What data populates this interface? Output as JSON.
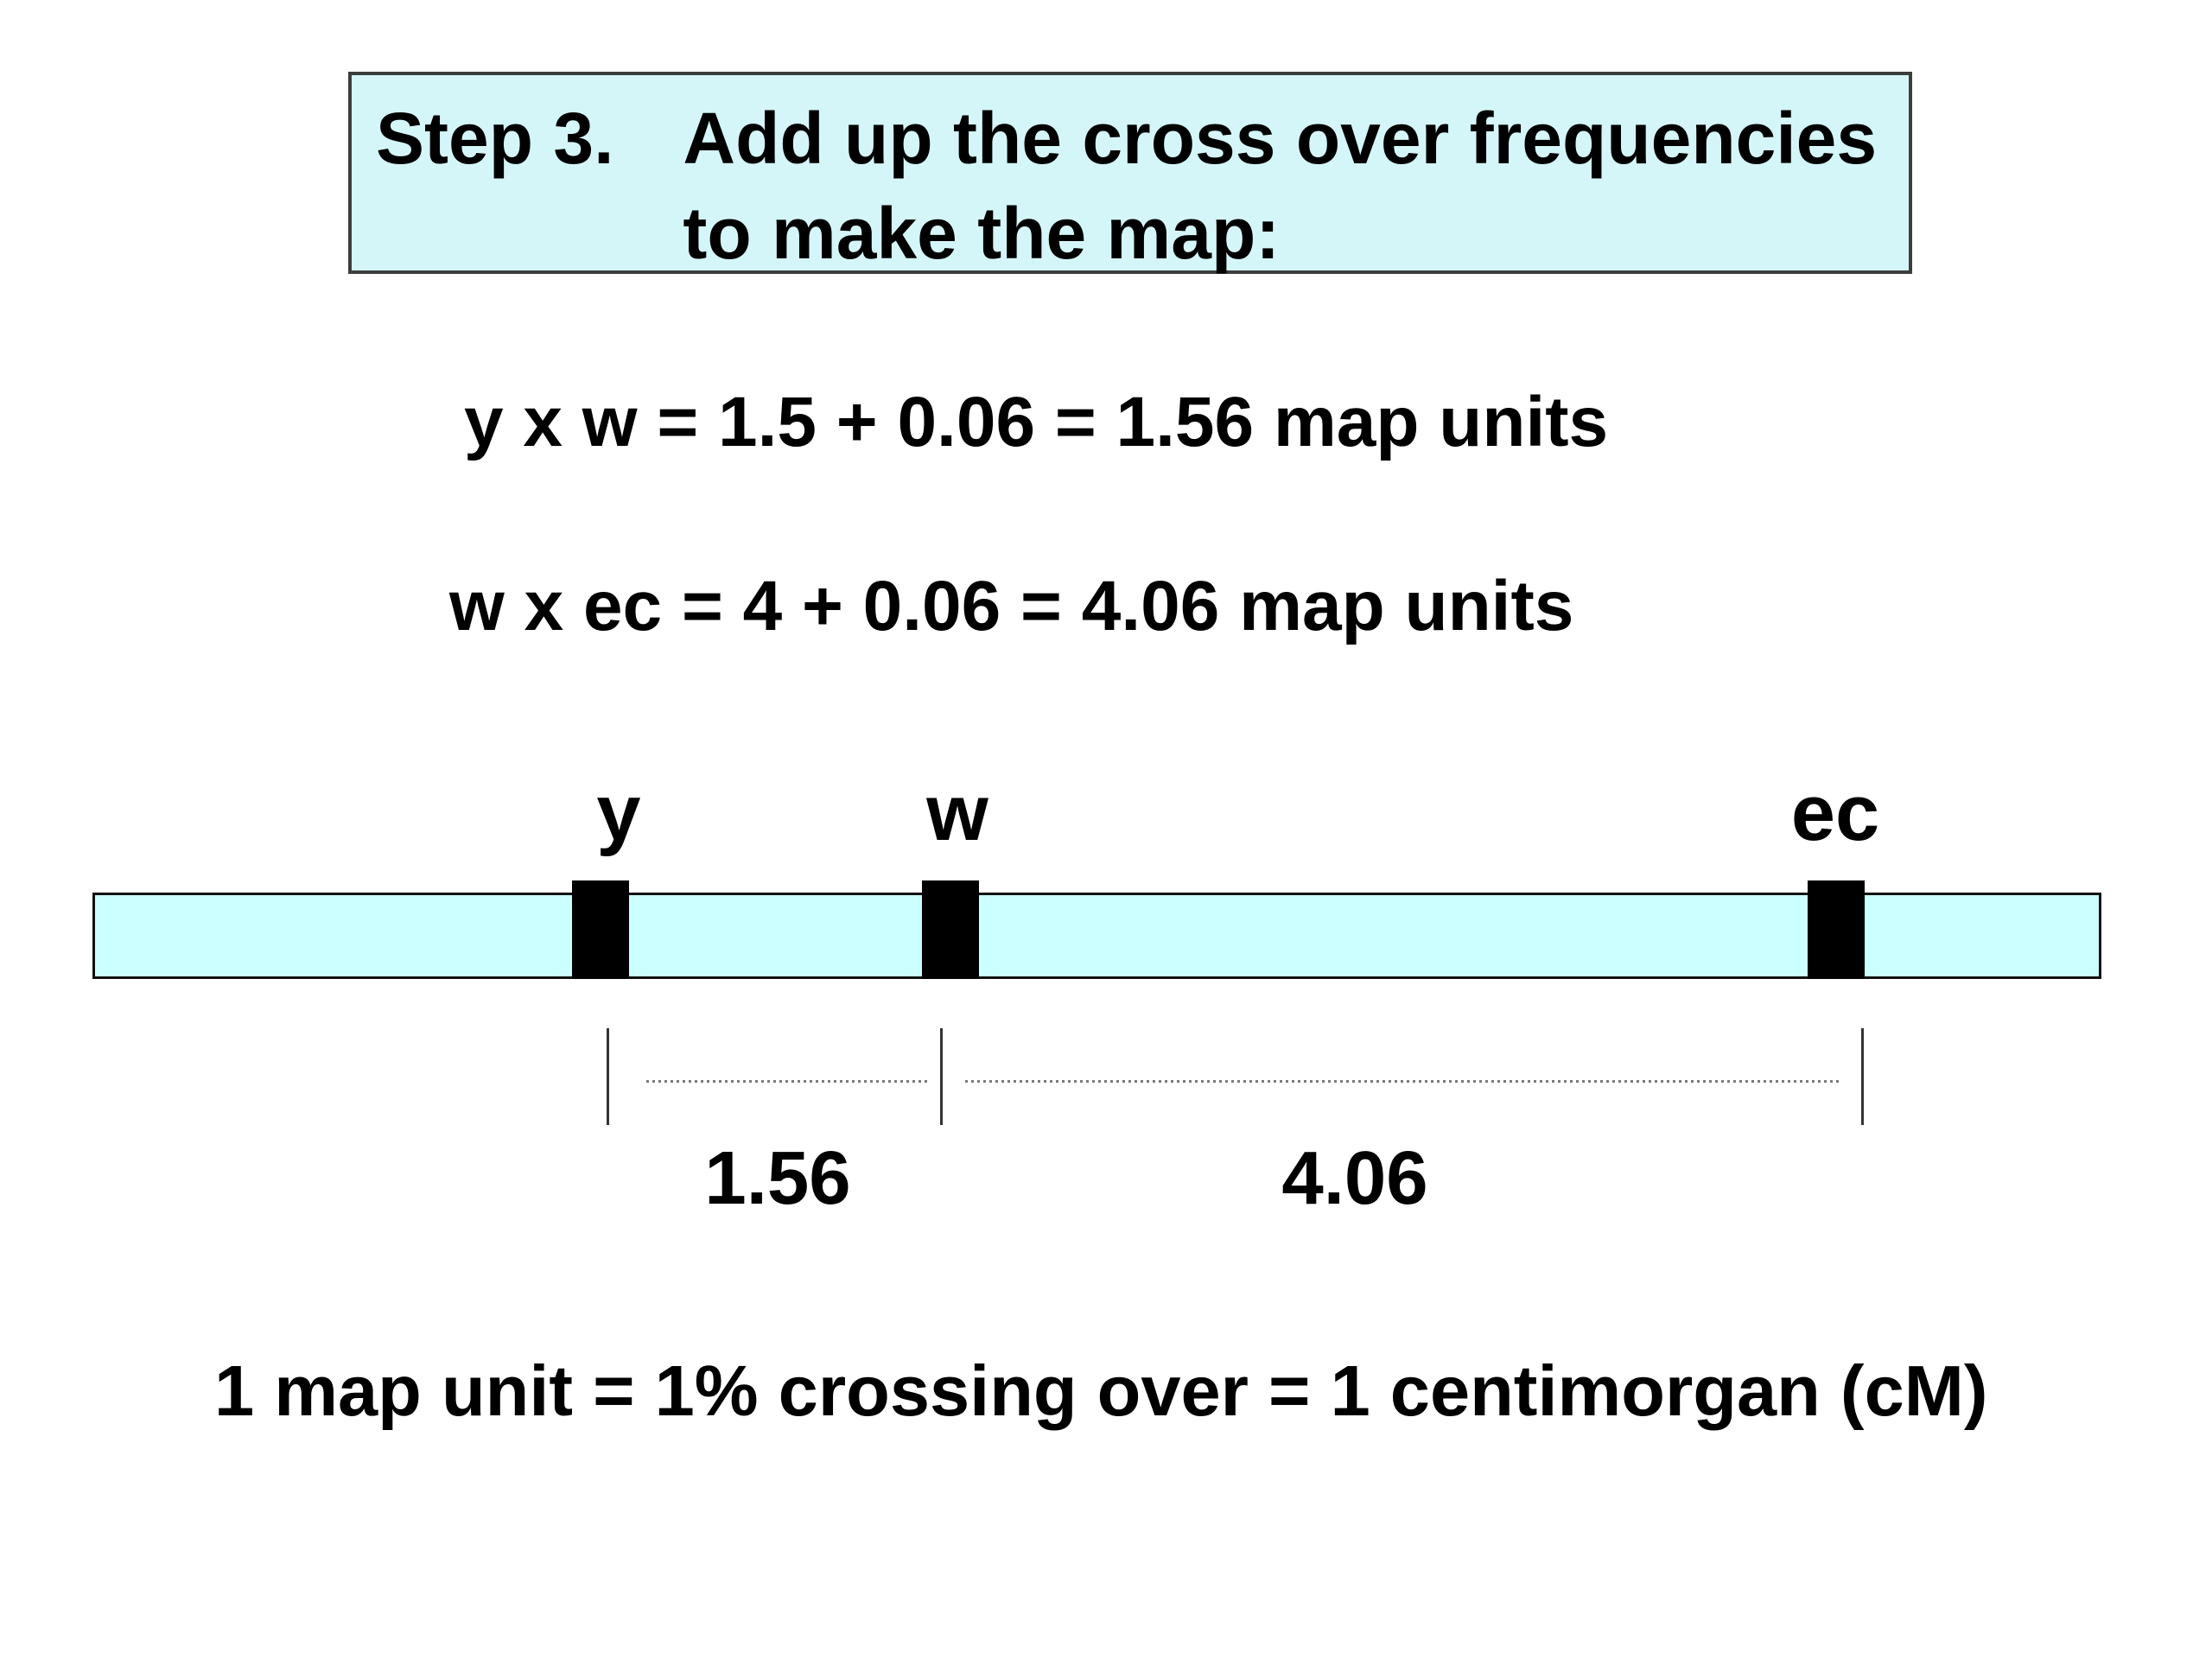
{
  "colors": {
    "background": "#ffffff",
    "text": "#000000",
    "title_box_bg": "#d5f6f8",
    "title_box_border": "#3d3d3d",
    "bar_fill": "#ccffff",
    "bar_border": "#111111",
    "marker": "#000000",
    "tick": "#333333",
    "dotted_line": "#7a7a7a"
  },
  "title": {
    "step_label": "Step 3.",
    "line1": "Add up the cross over frequencies",
    "line2": "to make the map:"
  },
  "equations": [
    {
      "text": "y x w = 1.5 + 0.06 = 1.56 map units"
    },
    {
      "text": "w x ec = 4 + 0.06 = 4.06 map units"
    }
  ],
  "map_diagram": {
    "genes": [
      {
        "label": "y"
      },
      {
        "label": "w"
      },
      {
        "label": "ec"
      }
    ],
    "distances": [
      {
        "between": "y-w",
        "value": "1.56"
      },
      {
        "between": "w-ec",
        "value": "4.06"
      }
    ]
  },
  "footnote": "1 map unit = 1% crossing over = 1 centimorgan (cM)"
}
